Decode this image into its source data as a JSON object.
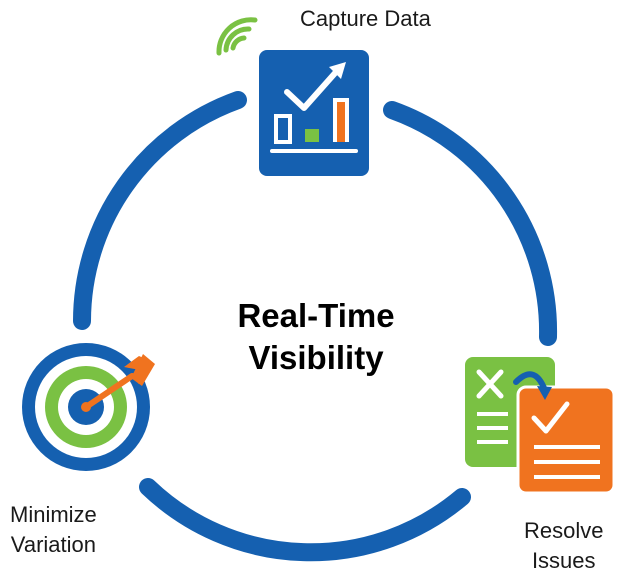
{
  "center": {
    "line1": "Real-Time",
    "line2": "Visibility"
  },
  "steps": {
    "capture": {
      "label": "Capture Data",
      "icon": "chart-tablet-icon"
    },
    "resolve": {
      "line1": "Resolve",
      "line2": "Issues",
      "icon": "checklist-documents-icon"
    },
    "minimize": {
      "line1": "Minimize",
      "line2": "Variation",
      "icon": "target-arrow-icon"
    }
  },
  "colors": {
    "cycle_blue": "#1560b0",
    "green": "#7ac143",
    "orange": "#f0731f",
    "text": "#1a1a1a"
  }
}
